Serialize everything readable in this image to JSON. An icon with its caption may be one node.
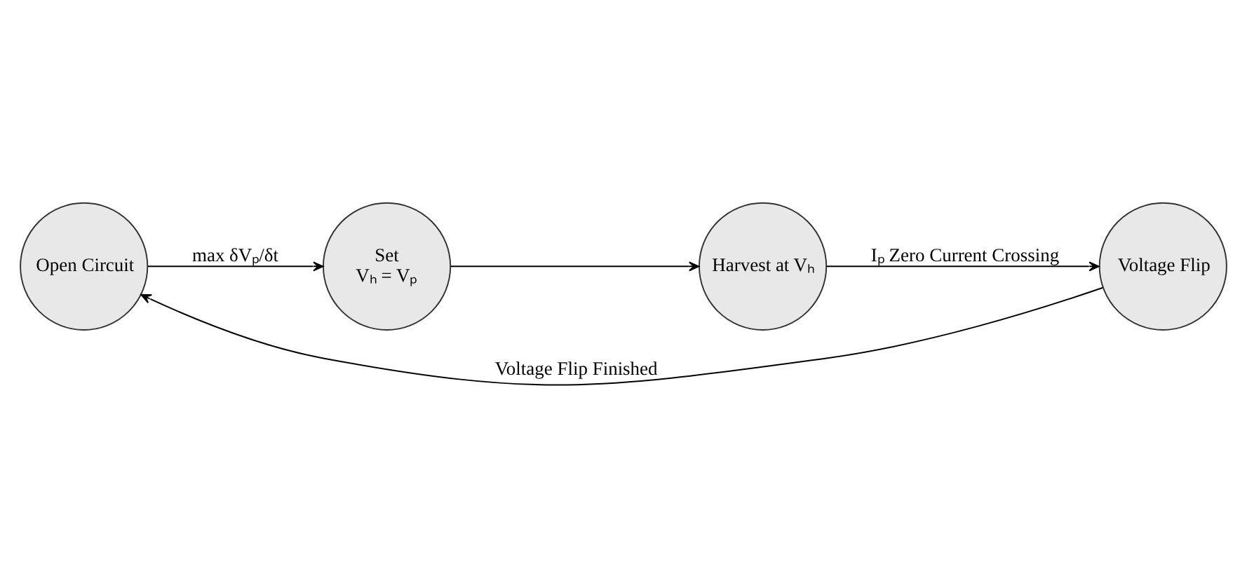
{
  "diagram": {
    "nodes": [
      {
        "text": [
          "Open Circuit"
        ]
      },
      {
        "text": [
          "Set",
          "Vₕ = Vₚ"
        ]
      },
      {
        "text": [
          "Harvest at Vₕ"
        ]
      },
      {
        "text": [
          "Voltage Flip"
        ]
      }
    ],
    "edges": [
      {
        "from": 0,
        "to": 1,
        "arrow": "to",
        "label": "max δVₚ/δt"
      },
      {
        "from": 1,
        "to": 2,
        "arrow": "to"
      },
      {
        "from": 2,
        "to": 3,
        "arrow": "to",
        "label": "Iₚ Zero Current Crossing"
      },
      {
        "from": 3,
        "to": 0,
        "arrow": "to",
        "label": "Voltage Flip Finished"
      }
    ]
  }
}
